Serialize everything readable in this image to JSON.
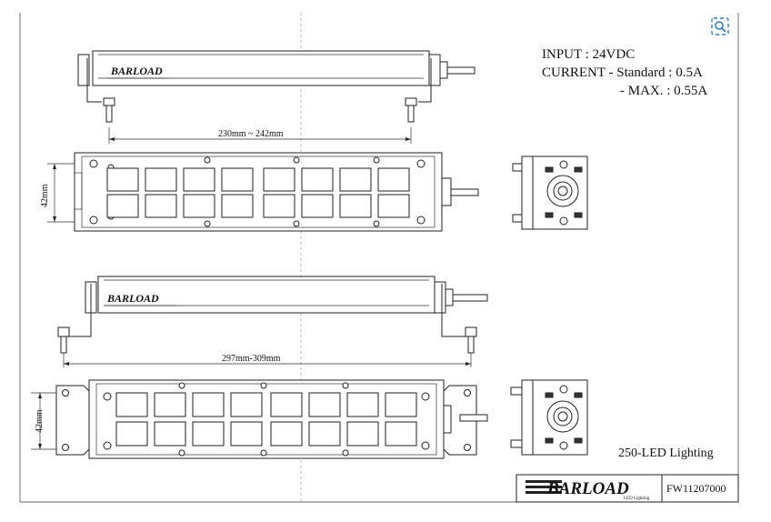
{
  "specs": {
    "input": "INPUT : 24VDC",
    "current": "CURRENT - Standard : 0.5A",
    "max": "- MAX. : 0.55A"
  },
  "dims": {
    "short_length": "230mm ~ 242mm",
    "short_height": "42mm",
    "long_length": "297mm-309mm",
    "long_height": "42mm"
  },
  "product": {
    "brand": "BARLOAD",
    "tagline": "LED Lighting",
    "led_count": "250-LED Lighting",
    "part_number": "FW11207000"
  },
  "icons": {
    "zoom": "zoom-icon"
  },
  "colors": {
    "line": "#222222",
    "accent": "#2a7fd4"
  }
}
